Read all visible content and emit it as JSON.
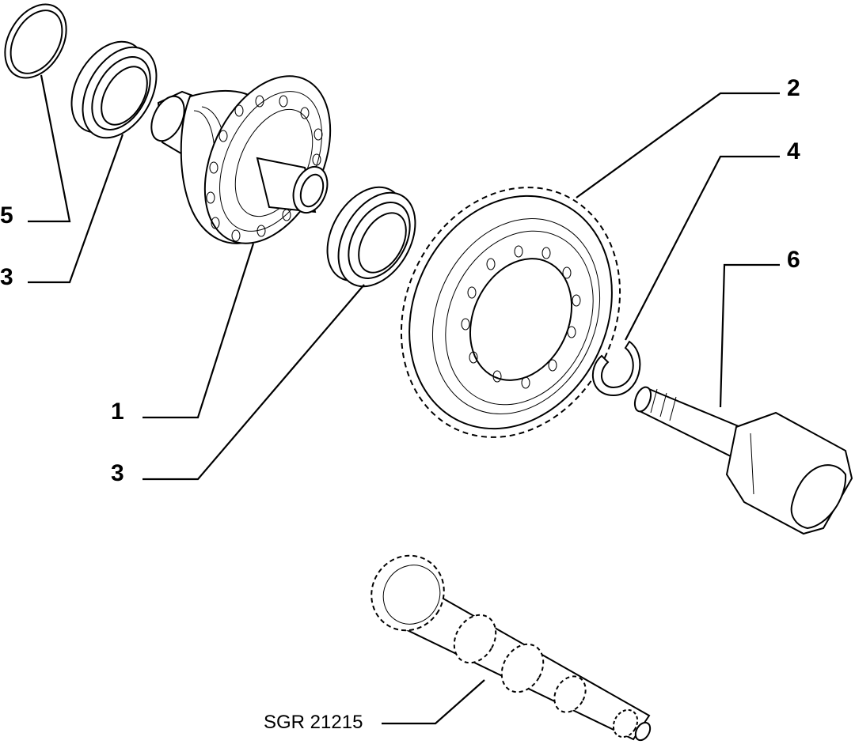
{
  "drawing_reference": "SGR 21215",
  "callouts": {
    "ring_seal": "5",
    "bearing_top": "3",
    "differential_housing": "1",
    "bearing_middle": "3",
    "crown_wheel": "2",
    "snap_ring": "4",
    "output_shaft_joint": "6"
  }
}
